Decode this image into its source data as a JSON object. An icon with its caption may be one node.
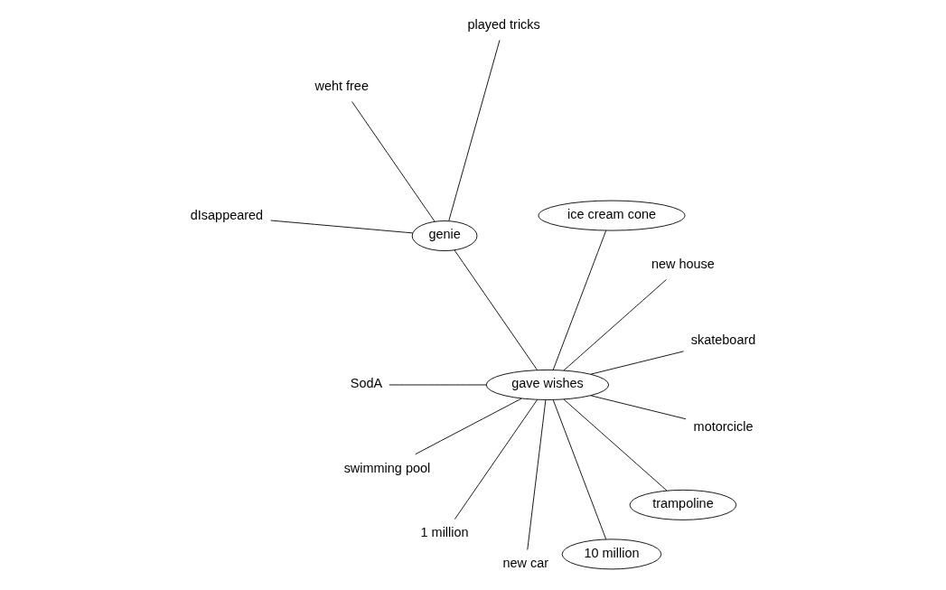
{
  "diagram": {
    "nodes": [
      {
        "text": [
          "played tricks"
        ]
      },
      {
        "text": [
          "weht free"
        ]
      },
      {
        "text": [
          "skateboard"
        ]
      },
      {
        "text": [
          "new house"
        ]
      },
      {
        "text": [
          "ice cream cone"
        ]
      },
      {
        "text": [
          "genie"
        ]
      },
      {
        "text": [
          "dIsappeared"
        ]
      },
      {
        "text": [
          "SodA"
        ]
      },
      {
        "text": [
          "gave wishes"
        ]
      },
      {
        "text": [
          "swimming pool"
        ]
      },
      {
        "text": [
          "1 million"
        ]
      },
      {
        "text": [
          "new car"
        ]
      },
      {
        "text": [
          "10 million"
        ]
      },
      {
        "text": [
          "trampoline"
        ]
      },
      {
        "text": [
          "motorcicle"
        ]
      }
    ],
    "edges": [
      {
        "from": 5,
        "to": 0,
        "arrow": "none"
      },
      {
        "from": 5,
        "to": 1,
        "arrow": "none"
      },
      {
        "from": 5,
        "to": 6,
        "arrow": "none"
      },
      {
        "from": 8,
        "to": 5,
        "arrow": "none"
      },
      {
        "from": 8,
        "to": 2,
        "arrow": "none"
      },
      {
        "from": 8,
        "to": 3,
        "arrow": "none"
      },
      {
        "from": 8,
        "to": 4,
        "arrow": "none"
      },
      {
        "from": 8,
        "to": 7,
        "arrow": "none"
      },
      {
        "from": 8,
        "to": 9,
        "arrow": "none"
      },
      {
        "from": 8,
        "to": 11,
        "arrow": "none"
      },
      {
        "from": 8,
        "to": 13,
        "arrow": "none"
      },
      {
        "from": 8,
        "to": 14,
        "arrow": "none"
      },
      {
        "from": 8,
        "to": 12,
        "arrow": "none"
      },
      {
        "from": 8,
        "to": 10,
        "arrow": "none"
      }
    ]
  }
}
